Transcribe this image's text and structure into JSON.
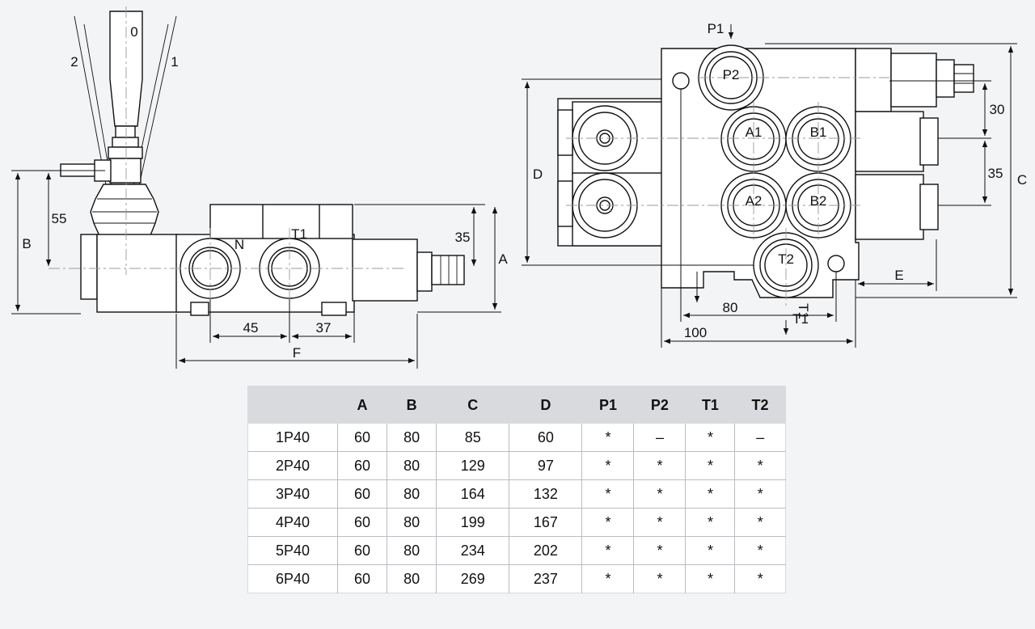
{
  "side_view": {
    "positions": [
      "2",
      "0",
      "1"
    ],
    "ports": [
      "N",
      "T1"
    ],
    "dimensions": [
      "55",
      "35",
      "45",
      "37"
    ],
    "letters": [
      "B",
      "A",
      "F"
    ]
  },
  "front_view": {
    "ports": [
      "P1",
      "P2",
      "A1",
      "B1",
      "A2",
      "B2",
      "T2",
      "T1",
      "T1"
    ],
    "dimensions": [
      "30",
      "35",
      "80",
      "100"
    ],
    "letters": [
      "D",
      "C",
      "E"
    ]
  },
  "table": {
    "headers": [
      "",
      "A",
      "B",
      "C",
      "D",
      "P1",
      "P2",
      "T1",
      "T2"
    ],
    "rows": [
      [
        "1P40",
        "60",
        "80",
        "85",
        "60",
        "*",
        "–",
        "*",
        "–"
      ],
      [
        "2P40",
        "60",
        "80",
        "129",
        "97",
        "*",
        "*",
        "*",
        "*"
      ],
      [
        "3P40",
        "60",
        "80",
        "164",
        "132",
        "*",
        "*",
        "*",
        "*"
      ],
      [
        "4P40",
        "60",
        "80",
        "199",
        "167",
        "*",
        "*",
        "*",
        "*"
      ],
      [
        "5P40",
        "60",
        "80",
        "234",
        "202",
        "*",
        "*",
        "*",
        "*"
      ],
      [
        "6P40",
        "60",
        "80",
        "269",
        "237",
        "*",
        "*",
        "*",
        "*"
      ]
    ]
  }
}
